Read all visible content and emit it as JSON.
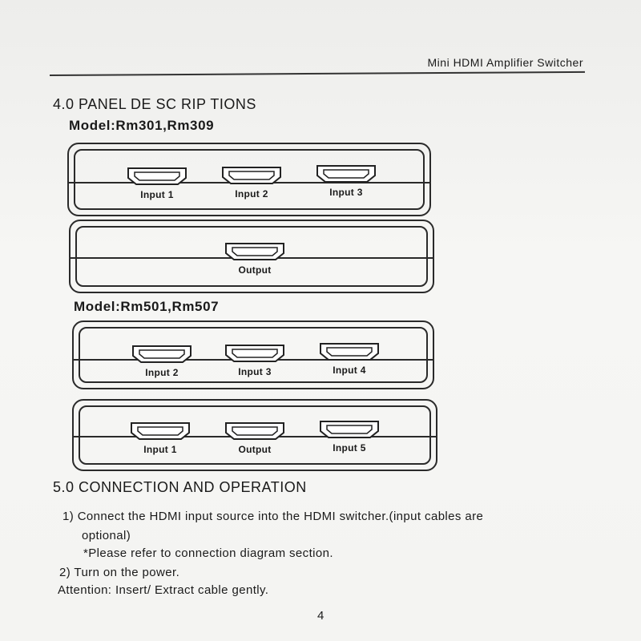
{
  "header": {
    "title": "Mini HDMI Amplifier Switcher"
  },
  "section4": {
    "title": "4.0 PANEL DE SC RIP TIONS",
    "model_a": {
      "title": "Model:Rm301,Rm309",
      "front_ports": [
        "Input 1",
        "Input 2",
        "Input 3"
      ],
      "back_ports": [
        "Output"
      ]
    },
    "model_b": {
      "title": "Model:Rm501,Rm507",
      "front_ports": [
        "Input 2",
        "Input 3",
        "Input 4"
      ],
      "back_ports": [
        "Input 1",
        "Output",
        "Input 5"
      ]
    }
  },
  "section5": {
    "title": "5.0 CONNECTION AND OPERATION",
    "lines": [
      "1)   Connect the HDMI input source into the HDMI switcher.(input cables are",
      "optional)",
      "*Please refer to connection diagram section.",
      "2)  Turn on the power.",
      "Attention: Insert/ Extract cable gently."
    ]
  },
  "page_number": "4"
}
